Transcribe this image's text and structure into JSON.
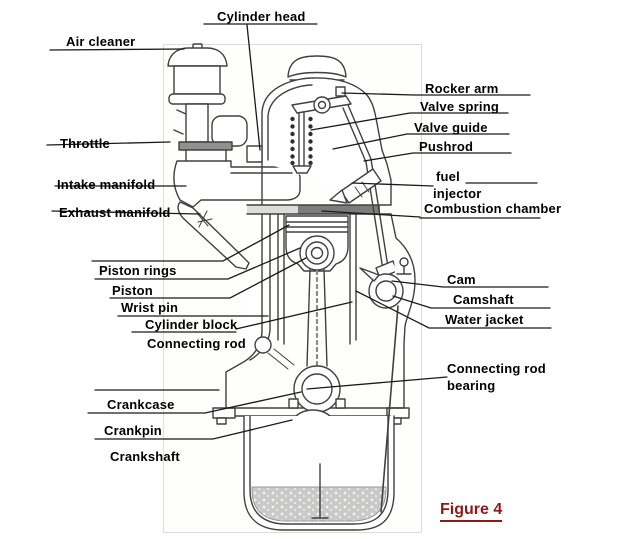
{
  "figure": {
    "caption": "Figure 4",
    "caption_color": "#8b1a1a"
  },
  "diagram": {
    "line_color": "#404040",
    "leader_color": "#1a1a1a",
    "labels": [
      {
        "id": "air-cleaner",
        "text": "Air cleaner"
      },
      {
        "id": "cylinder-head",
        "text": "Cylinder head"
      },
      {
        "id": "throttle",
        "text": "Throttle"
      },
      {
        "id": "intake-manifold",
        "text": "Intake manifold"
      },
      {
        "id": "exhaust-manifold",
        "text": "Exhaust manifold"
      },
      {
        "id": "piston-rings",
        "text": "Piston rings"
      },
      {
        "id": "piston",
        "text": "Piston"
      },
      {
        "id": "wrist-pin",
        "text": "Wrist pin"
      },
      {
        "id": "cylinder-block",
        "text": "Cylinder block"
      },
      {
        "id": "connecting-rod",
        "text": "Connecting rod"
      },
      {
        "id": "crankcase",
        "text": "Crankcase"
      },
      {
        "id": "crankpin",
        "text": "Crankpin"
      },
      {
        "id": "crankshaft",
        "text": "Crankshaft"
      },
      {
        "id": "rocker-arm",
        "text": "Rocker arm"
      },
      {
        "id": "valve-spring",
        "text": "Valve spring"
      },
      {
        "id": "valve-guide",
        "text": "Valve guide"
      },
      {
        "id": "pushrod",
        "text": "Pushrod"
      },
      {
        "id": "fuel-injector",
        "text": "fuel",
        "text2": "injector"
      },
      {
        "id": "combustion-chamber",
        "text": "Combustion chamber"
      },
      {
        "id": "cam",
        "text": "Cam"
      },
      {
        "id": "camshaft",
        "text": "Camshaft"
      },
      {
        "id": "water-jacket",
        "text": "Water jacket"
      },
      {
        "id": "connecting-rod-bearing",
        "text": "Connecting rod",
        "text2": "bearing"
      }
    ]
  }
}
